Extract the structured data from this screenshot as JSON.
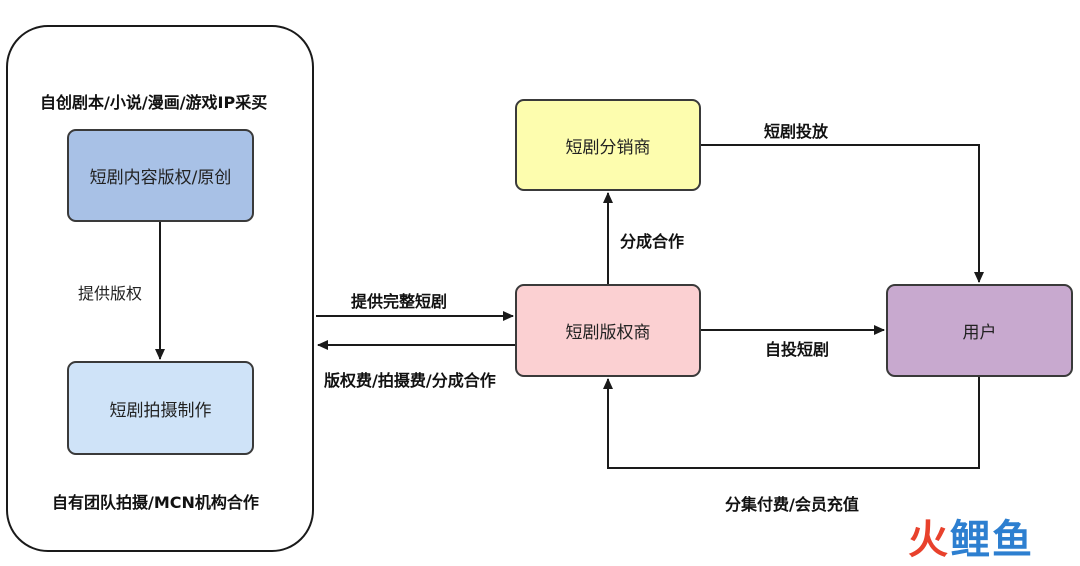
{
  "left_panel": {
    "top_label": "自创剧本/小说/漫画/游戏IP采买",
    "bottom_label": "自有团队拍摄/MCN机构合作",
    "content_box": "短剧内容版权/原创",
    "production_box": "短剧拍摄制作",
    "provide_copyright": "提供版权"
  },
  "nodes": {
    "distributor": "短剧分销商",
    "rights_holder": "短剧版权商",
    "user": "用户"
  },
  "edges": {
    "provide_full_drama": "提供完整短剧",
    "fees": "版权费/拍摄费/分成合作",
    "revenue_share": "分成合作",
    "drama_placement": "短剧投放",
    "self_placement": "自投短剧",
    "payments": "分集付费/会员充值"
  },
  "watermark": {
    "char1": "火",
    "chars2": "鲤鱼"
  },
  "colors": {
    "content_box": "#a8c1e6",
    "production_box": "#cfe3f8",
    "distributor": "#fdfdae",
    "rights_holder": "#fbd0d2",
    "user": "#c8a9cf",
    "logo_red": "#e8412c",
    "logo_blue": "#2d7fd0"
  }
}
